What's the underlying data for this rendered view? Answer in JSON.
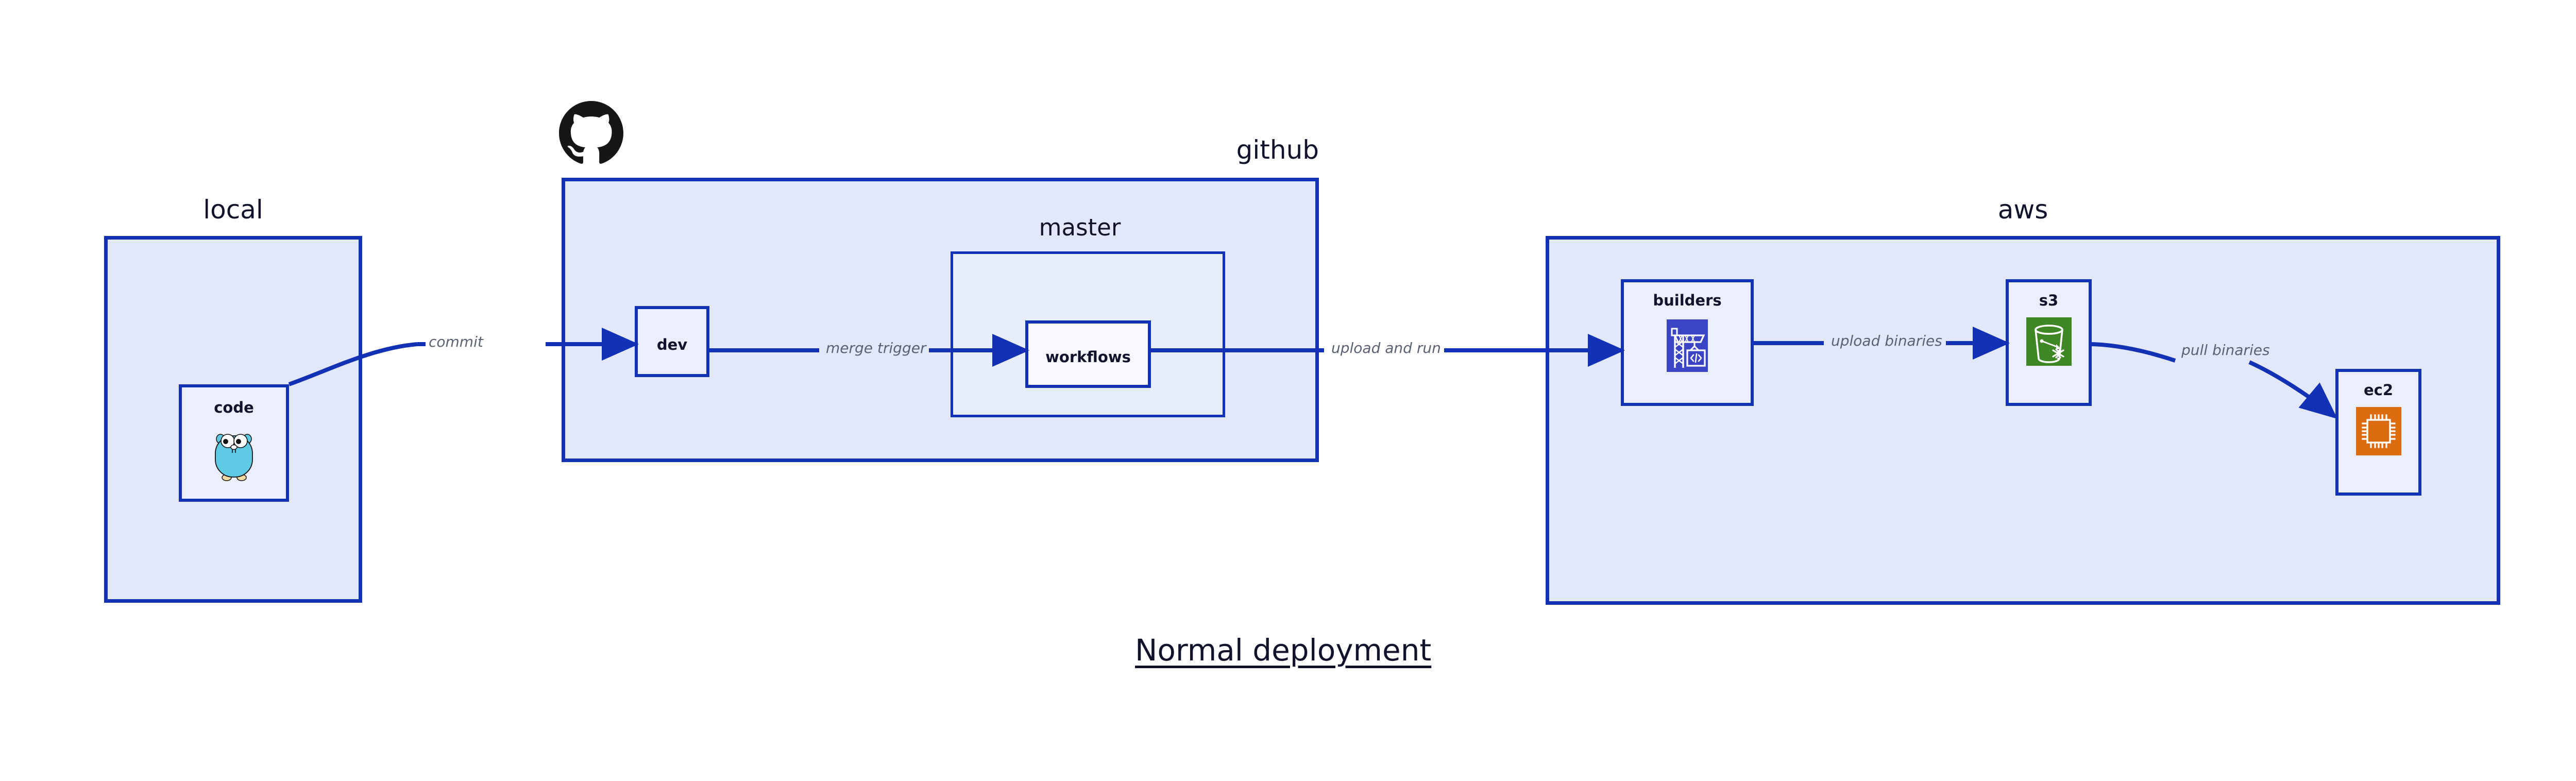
{
  "diagram": {
    "title": "Normal deployment",
    "accent_border": "#1331B5",
    "group_fill": "#E2E7FA",
    "node_fill": "#EAEFFB",
    "edge_label_color": "#5B6173",
    "text_color": "#10132B"
  },
  "groups": [
    {
      "id": "local",
      "label": "local"
    },
    {
      "id": "github",
      "label": "github"
    },
    {
      "id": "aws",
      "label": "aws"
    }
  ],
  "subgroups": [
    {
      "id": "master",
      "label": "master",
      "parent": "github"
    }
  ],
  "nodes": [
    {
      "id": "code",
      "label": "code",
      "parent": "local",
      "icon": "go-gopher-icon",
      "icon_color": "#5DC9E2"
    },
    {
      "id": "dev",
      "label": "dev",
      "parent": "github",
      "icon": null,
      "icon_color": null
    },
    {
      "id": "workflows",
      "label": "workflows",
      "parent": "master",
      "icon": null,
      "icon_color": null
    },
    {
      "id": "builders",
      "label": "builders",
      "parent": "aws",
      "icon": "crane-code-icon",
      "icon_color": "#3B45C4"
    },
    {
      "id": "s3",
      "label": "s3",
      "parent": "aws",
      "icon": "s3-bucket-icon",
      "icon_color": "#3F8624"
    },
    {
      "id": "ec2",
      "label": "ec2",
      "parent": "aws",
      "icon": "cpu-chip-icon",
      "icon_color": "#DD6B10"
    }
  ],
  "edges": [
    {
      "id": "commit",
      "from": "code",
      "to": "dev",
      "label": "commit"
    },
    {
      "id": "merge-trigger",
      "from": "dev",
      "to": "workflows",
      "label": "merge trigger"
    },
    {
      "id": "upload-and-run",
      "from": "workflows",
      "to": "builders",
      "label": "upload and run"
    },
    {
      "id": "upload-binaries",
      "from": "builders",
      "to": "s3",
      "label": "upload binaries"
    },
    {
      "id": "pull-binaries",
      "from": "s3",
      "to": "ec2",
      "label": "pull binaries"
    }
  ],
  "logos": [
    {
      "id": "github-logo",
      "name": "github-octocat-icon",
      "color": "#161614"
    }
  ]
}
